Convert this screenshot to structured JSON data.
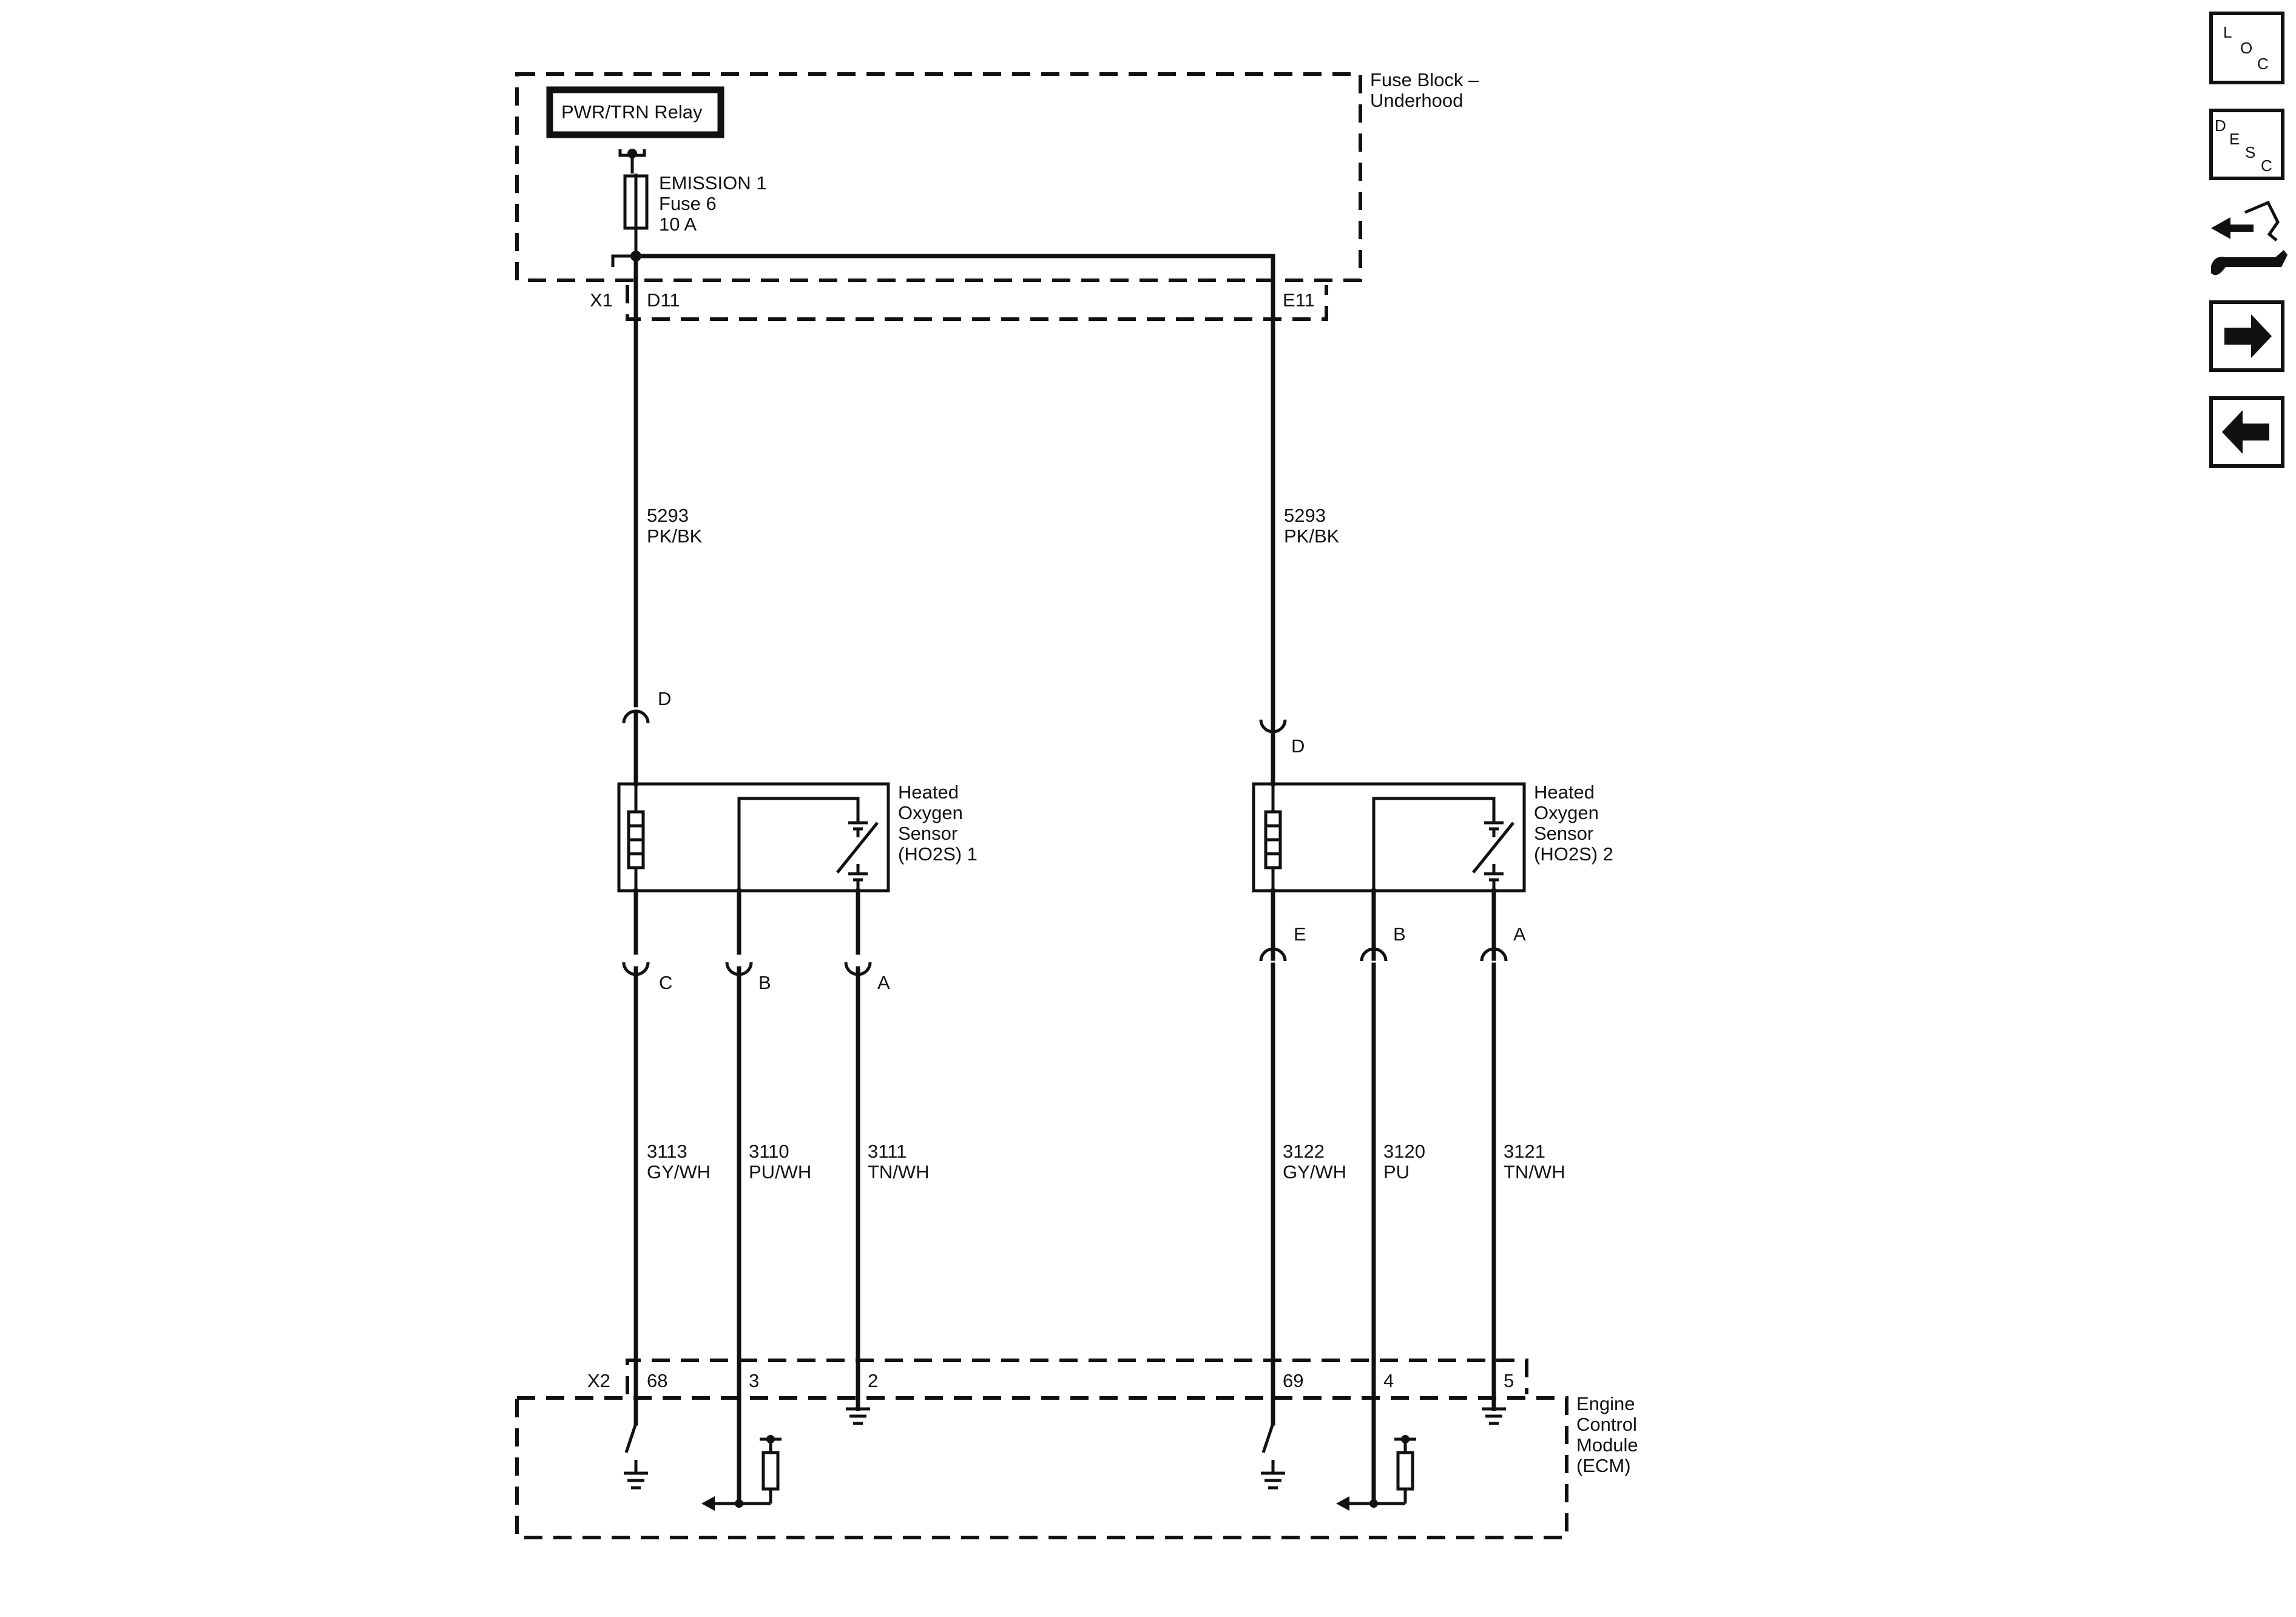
{
  "fuse_block": {
    "name_line1": "Fuse Block –",
    "name_line2": "Underhood",
    "relay_label": "PWR/TRN Relay",
    "fuse_line1": "EMISSION 1",
    "fuse_line2": "Fuse 6",
    "fuse_line3": "10 A",
    "connector": "X1",
    "pin_left": "D11",
    "pin_right": "E11"
  },
  "upper_wires": [
    {
      "circuit": "5293",
      "color": "PK/BK"
    },
    {
      "circuit": "5293",
      "color": "PK/BK"
    }
  ],
  "sensor1": {
    "name_line1": "Heated",
    "name_line2": "Oxygen",
    "name_line3": "Sensor",
    "name_line4": "(HO2S) 1",
    "top_pin": "D",
    "pins": [
      "C",
      "B",
      "A"
    ]
  },
  "sensor2": {
    "name_line1": "Heated",
    "name_line2": "Oxygen",
    "name_line3": "Sensor",
    "name_line4": "(HO2S) 2",
    "top_pin": "D",
    "pins": [
      "E",
      "B",
      "A"
    ]
  },
  "lower_wires_1": [
    {
      "circuit": "3113",
      "color": "GY/WH"
    },
    {
      "circuit": "3110",
      "color": "PU/WH"
    },
    {
      "circuit": "3111",
      "color": "TN/WH"
    }
  ],
  "lower_wires_2": [
    {
      "circuit": "3122",
      "color": "GY/WH"
    },
    {
      "circuit": "3120",
      "color": "PU"
    },
    {
      "circuit": "3121",
      "color": "TN/WH"
    }
  ],
  "ecm": {
    "name_line1": "Engine",
    "name_line2": "Control",
    "name_line3": "Module",
    "name_line4": "(ECM)",
    "connector": "X2",
    "pins": [
      "68",
      "3",
      "2",
      "69",
      "4",
      "5"
    ]
  },
  "nav": {
    "loc": [
      "L",
      "O",
      "C"
    ],
    "desc": [
      "D",
      "E",
      "S",
      "C"
    ]
  }
}
